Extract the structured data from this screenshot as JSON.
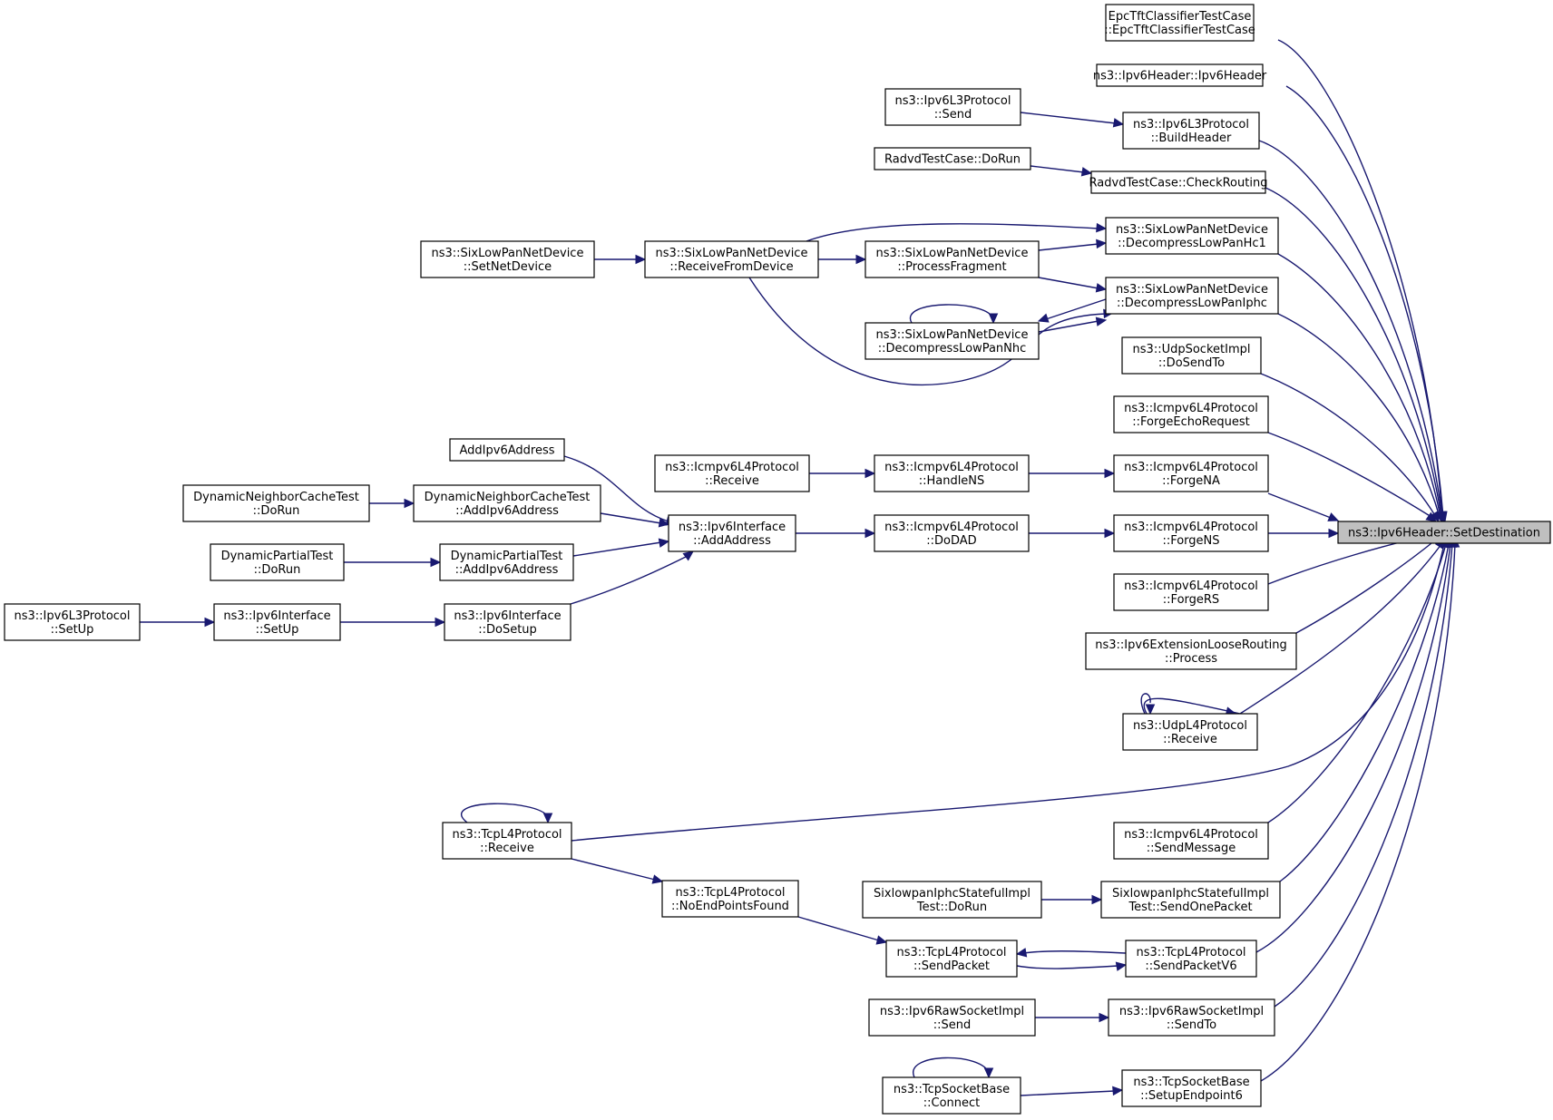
{
  "nodes": [
    {
      "id": "root",
      "lines": [
        "ns3::Ipv6Header::SetDestination"
      ],
      "root": true
    },
    {
      "id": "epc",
      "lines": [
        "EpcTftClassifierTestCase",
        "::EpcTftClassifierTestCase"
      ]
    },
    {
      "id": "ipv6hdr",
      "lines": [
        "ns3::Ipv6Header::Ipv6Header"
      ]
    },
    {
      "id": "l3send",
      "lines": [
        "ns3::Ipv6L3Protocol",
        "::Send"
      ]
    },
    {
      "id": "buildhdr",
      "lines": [
        "ns3::Ipv6L3Protocol",
        "::BuildHeader"
      ]
    },
    {
      "id": "radvdrun",
      "lines": [
        "RadvdTestCase::DoRun"
      ]
    },
    {
      "id": "radvdcheck",
      "lines": [
        "RadvdTestCase::CheckRouting"
      ]
    },
    {
      "id": "slpsetnet",
      "lines": [
        "ns3::SixLowPanNetDevice",
        "::SetNetDevice"
      ]
    },
    {
      "id": "slprecv",
      "lines": [
        "ns3::SixLowPanNetDevice",
        "::ReceiveFromDevice"
      ]
    },
    {
      "id": "slpfrag",
      "lines": [
        "ns3::SixLowPanNetDevice",
        "::ProcessFragment"
      ]
    },
    {
      "id": "slphc1",
      "lines": [
        "ns3::SixLowPanNetDevice",
        "::DecompressLowPanHc1"
      ]
    },
    {
      "id": "slpiphc",
      "lines": [
        "ns3::SixLowPanNetDevice",
        "::DecompressLowPanIphc"
      ]
    },
    {
      "id": "slpnhc",
      "lines": [
        "ns3::SixLowPanNetDevice",
        "::DecompressLowPanNhc"
      ]
    },
    {
      "id": "udpsendto",
      "lines": [
        "ns3::UdpSocketImpl",
        "::DoSendTo"
      ]
    },
    {
      "id": "forgeecho",
      "lines": [
        "ns3::Icmpv6L4Protocol",
        "::ForgeEchoRequest"
      ]
    },
    {
      "id": "addip",
      "lines": [
        "AddIpv6Address"
      ]
    },
    {
      "id": "icmprecv",
      "lines": [
        "ns3::Icmpv6L4Protocol",
        "::Receive"
      ]
    },
    {
      "id": "handlens",
      "lines": [
        "ns3::Icmpv6L4Protocol",
        "::HandleNS"
      ]
    },
    {
      "id": "forgena",
      "lines": [
        "ns3::Icmpv6L4Protocol",
        "::ForgeNA"
      ]
    },
    {
      "id": "dnctrun",
      "lines": [
        "DynamicNeighborCacheTest",
        "::DoRun"
      ]
    },
    {
      "id": "dnctadd",
      "lines": [
        "DynamicNeighborCacheTest",
        "::AddIpv6Address"
      ]
    },
    {
      "id": "ifaddaddr",
      "lines": [
        "ns3::Ipv6Interface",
        "::AddAddress"
      ]
    },
    {
      "id": "dodad",
      "lines": [
        "ns3::Icmpv6L4Protocol",
        "::DoDAD"
      ]
    },
    {
      "id": "forgens",
      "lines": [
        "ns3::Icmpv6L4Protocol",
        "::ForgeNS"
      ]
    },
    {
      "id": "dptrun",
      "lines": [
        "DynamicPartialTest",
        "::DoRun"
      ]
    },
    {
      "id": "dptadd",
      "lines": [
        "DynamicPartialTest",
        "::AddIpv6Address"
      ]
    },
    {
      "id": "forgers",
      "lines": [
        "ns3::Icmpv6L4Protocol",
        "::ForgeRS"
      ]
    },
    {
      "id": "l3setup",
      "lines": [
        "ns3::Ipv6L3Protocol",
        "::SetUp"
      ]
    },
    {
      "id": "ifsetup",
      "lines": [
        "ns3::Ipv6Interface",
        "::SetUp"
      ]
    },
    {
      "id": "ifdosetup",
      "lines": [
        "ns3::Ipv6Interface",
        "::DoSetup"
      ]
    },
    {
      "id": "loose",
      "lines": [
        "ns3::Ipv6ExtensionLooseRouting",
        "::Process"
      ]
    },
    {
      "id": "udprecv",
      "lines": [
        "ns3::UdpL4Protocol",
        "::Receive"
      ]
    },
    {
      "id": "tcprecv",
      "lines": [
        "ns3::TcpL4Protocol",
        "::Receive"
      ]
    },
    {
      "id": "sendmsg",
      "lines": [
        "ns3::Icmpv6L4Protocol",
        "::SendMessage"
      ]
    },
    {
      "id": "noend",
      "lines": [
        "ns3::TcpL4Protocol",
        "::NoEndPointsFound"
      ]
    },
    {
      "id": "sixrun",
      "lines": [
        "SixlowpanIphcStatefulImpl",
        "Test::DoRun"
      ]
    },
    {
      "id": "sixsend",
      "lines": [
        "SixlowpanIphcStatefulImpl",
        "Test::SendOnePacket"
      ]
    },
    {
      "id": "tcpsendpkt",
      "lines": [
        "ns3::TcpL4Protocol",
        "::SendPacket"
      ]
    },
    {
      "id": "tcpsendv6",
      "lines": [
        "ns3::TcpL4Protocol",
        "::SendPacketV6"
      ]
    },
    {
      "id": "rawsend",
      "lines": [
        "ns3::Ipv6RawSocketImpl",
        "::Send"
      ]
    },
    {
      "id": "rawsendto",
      "lines": [
        "ns3::Ipv6RawSocketImpl",
        "::SendTo"
      ]
    },
    {
      "id": "tcpconnect",
      "lines": [
        "ns3::TcpSocketBase",
        "::Connect"
      ]
    },
    {
      "id": "setupep6",
      "lines": [
        "ns3::TcpSocketBase",
        "::SetupEndpoint6"
      ]
    }
  ]
}
